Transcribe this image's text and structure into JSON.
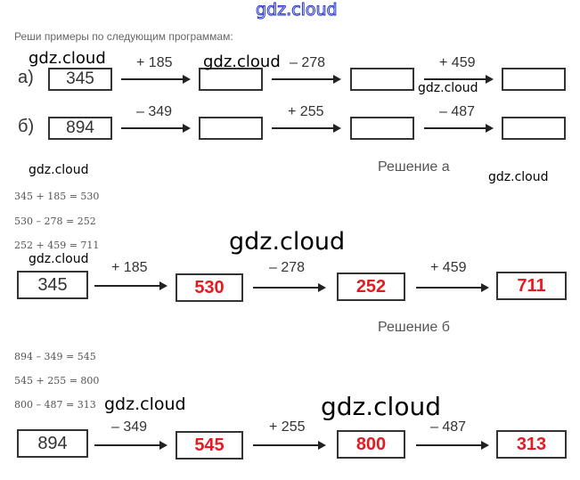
{
  "watermark": "gdz.cloud",
  "instruction": "Реши примеры по следующим программам:",
  "task": {
    "a": {
      "label": "а)",
      "start": "345",
      "ops": [
        "+ 185",
        "– 278",
        "+ 459"
      ]
    },
    "b": {
      "label": "б)",
      "start": "894",
      "ops": [
        "– 349",
        "+ 255",
        "– 487"
      ]
    }
  },
  "solution_a": {
    "heading": "Решение а",
    "equations": [
      "345 + 185 = 530",
      "530 – 278 = 252",
      "252 + 459 = 711"
    ],
    "values": [
      "345",
      "530",
      "252",
      "711"
    ],
    "ops": [
      "+ 185",
      "– 278",
      "+ 459"
    ]
  },
  "solution_b": {
    "heading": "Решение б",
    "equations": [
      "894 – 349 = 545",
      "545 + 255 = 800",
      "800 – 487 = 313"
    ],
    "values": [
      "894",
      "545",
      "800",
      "313"
    ],
    "ops": [
      "– 349",
      "+ 255",
      "– 487"
    ]
  },
  "colors": {
    "answer": "#e31b23",
    "watermark_top": "#2233cc"
  }
}
